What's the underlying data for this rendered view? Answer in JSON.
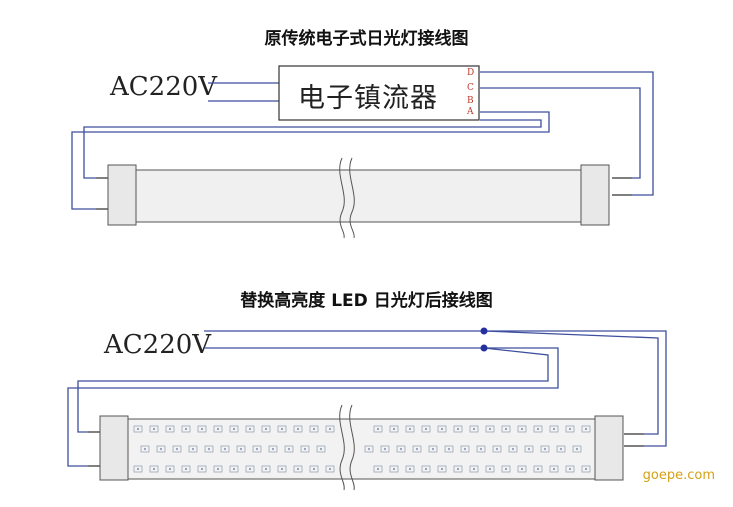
{
  "titles": {
    "top": "原传统电子式日光灯接线图",
    "bottom": "替换高亮度 LED 日光灯后接线图"
  },
  "supply": {
    "label": "AC220V"
  },
  "ballast": {
    "label": "电子镇流器",
    "pins": [
      "D",
      "C",
      "B",
      "A"
    ]
  },
  "watermark": "goepe.com",
  "colors": {
    "wire": "#3d4f9e",
    "tube_body": "#ececec",
    "led": "#9aa6b8",
    "pin_label": "#c0392b"
  }
}
